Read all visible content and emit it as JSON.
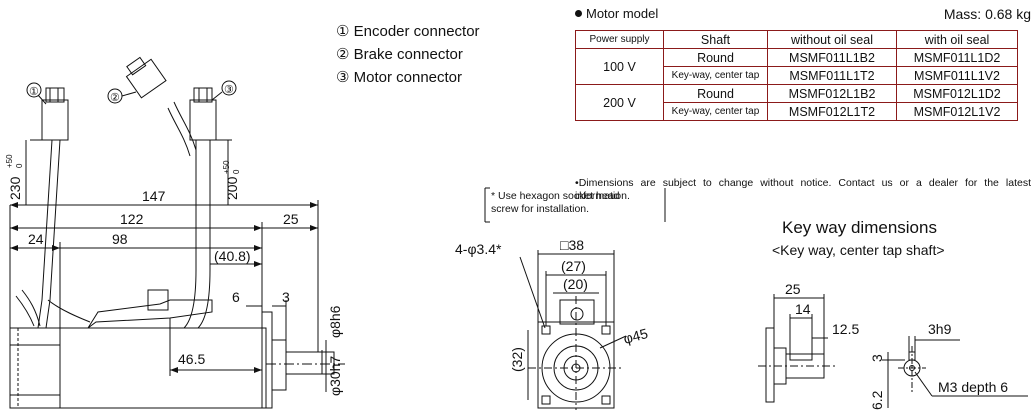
{
  "legend": [
    {
      "num": "①",
      "label": "Encoder connector"
    },
    {
      "num": "②",
      "label": "Brake connector"
    },
    {
      "num": "③",
      "label": "Motor connector"
    }
  ],
  "motor_model": {
    "title": "Motor model",
    "mass": "Mass: 0.68 kg",
    "headers": [
      "Power supply",
      "Shaft",
      "without oil seal",
      "with oil seal"
    ],
    "groups": [
      {
        "supply": "100 V",
        "rows": [
          {
            "shaft": "Round",
            "without": "MSMF011L1B2",
            "with": "MSMF011L1D2"
          },
          {
            "shaft": "Key-way, center tap",
            "without": "MSMF011L1T2",
            "with": "MSMF011L1V2"
          }
        ]
      },
      {
        "supply": "200 V",
        "rows": [
          {
            "shaft": "Round",
            "without": "MSMF012L1B2",
            "with": "MSMF012L1D2"
          },
          {
            "shaft": "Key-way, center tap",
            "without": "MSMF012L1T2",
            "with": "MSMF012L1V2"
          }
        ]
      }
    ],
    "note": "Dimensions are subject to change without notice. Contact us or a dealer for the latest information."
  },
  "side_view": {
    "markers": [
      "①",
      "②",
      "③"
    ],
    "dims": {
      "d230": "230",
      "d230_tol_upper": "+50",
      "d230_tol_lower": "0",
      "d200": "200",
      "d200_tol_upper": "+50",
      "d200_tol_lower": "0",
      "d147": "147",
      "d122": "122",
      "d25": "25",
      "d24": "24",
      "d98": "98",
      "d40_8": "(40.8)",
      "d6": "6",
      "d3": "3",
      "d46_5": "46.5",
      "phi8h6": "φ8h6",
      "phi30h7": "φ30h7"
    }
  },
  "front_view": {
    "hex_note": "* Use hexagon socket head\n  screw for installation.",
    "dims": {
      "holes": "4-φ3.4*",
      "sq38": "□38",
      "d27": "(27)",
      "d20": "(20)",
      "d32": "(32)",
      "phi45": "φ45"
    }
  },
  "key_way": {
    "title": "Key way dimensions",
    "subtitle": "<Key way, center tap shaft>",
    "dims": {
      "d25": "25",
      "d14": "14",
      "d12_5": "12.5",
      "d3h9": "3h9",
      "d3": "3",
      "d6_2": "6.2",
      "m3": "M3 depth 6"
    }
  }
}
